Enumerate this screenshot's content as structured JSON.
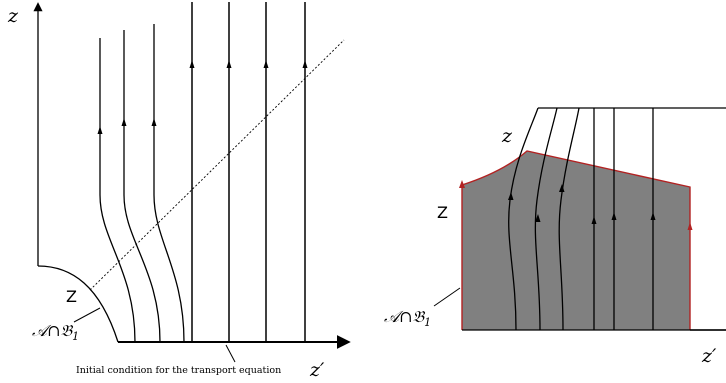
{
  "left_panel": {
    "axis_vertical_label": "z",
    "axis_horizontal_label": "z′",
    "curve_label": "Z",
    "set_label": "𝒜∩𝔅",
    "set_label_sub": "1",
    "caption": "Initial condition for the transport equation"
  },
  "right_panel": {
    "top_label": "z",
    "side_label": "Z",
    "set_label": "𝒜∩𝔅",
    "set_label_sub": "1",
    "axis_horizontal_label": "z′",
    "colors": {
      "shaded_region": "#808080",
      "boundary": "#b22222"
    }
  }
}
